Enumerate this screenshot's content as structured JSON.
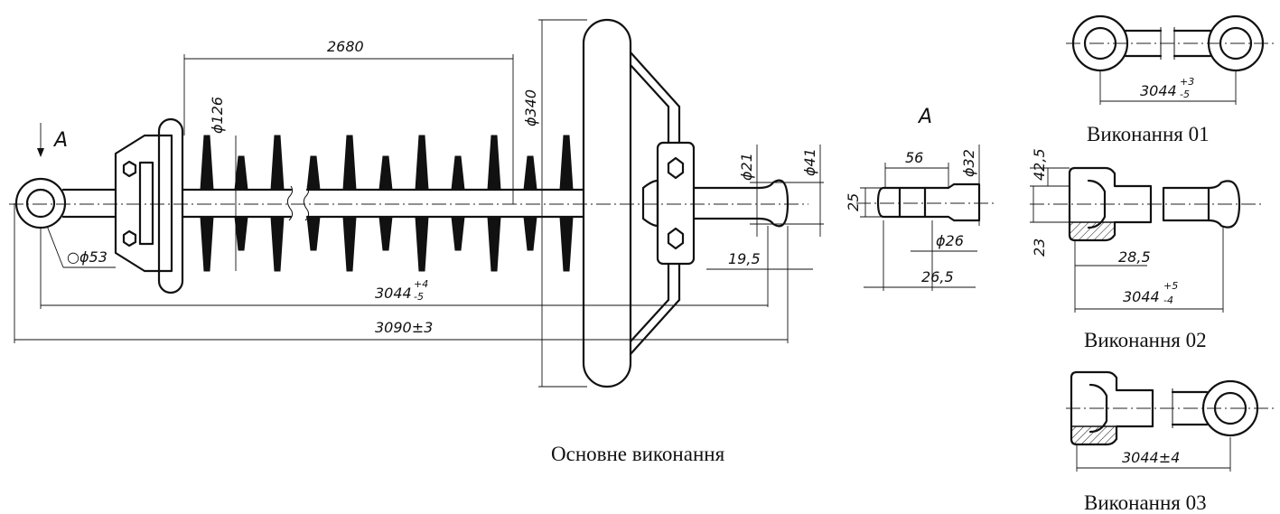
{
  "captions": {
    "main": "Основне виконання",
    "v01": "Виконання 01",
    "v02": "Виконання 02",
    "v03": "Виконання 03"
  },
  "view_labels": {
    "section_arrow": "A",
    "view_a": "A"
  },
  "dimensions": {
    "d2680": "2680",
    "phi126": "ϕ126",
    "phi340": "ϕ340",
    "phi21": "ϕ21",
    "phi41": "ϕ41",
    "circle53": "○ϕ53",
    "d19_5": "19,5",
    "len_main_base": "3044",
    "len_main_tol_up": "+4",
    "len_main_tol_dn": "-5",
    "overall": "3090±3",
    "a56": "56",
    "a_phi32": "ϕ32",
    "a25": "25",
    "a_phi26": "ϕ26",
    "a26_5": "26,5",
    "v01_base": "3044",
    "v01_tol_up": "+3",
    "v01_tol_dn": "-5",
    "v02_42_5": "42,5",
    "v02_23": "23",
    "v02_28_5": "28,5",
    "v02_base": "3044",
    "v02_tol_up": "+5",
    "v02_tol_dn": "-4",
    "v03_len": "3044±4"
  }
}
